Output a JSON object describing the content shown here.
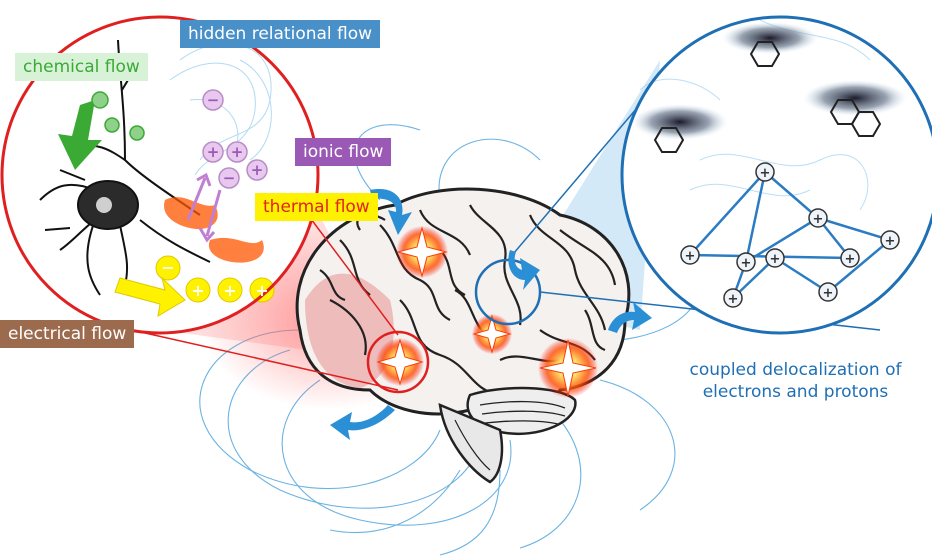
{
  "labels": {
    "chemical": "chemical flow",
    "hidden": "hidden relational flow",
    "ionic": "ionic flow",
    "thermal": "thermal flow",
    "electrical": "electrical flow",
    "coupled_line1": "coupled delocalization of",
    "coupled_line2": "electrons and protons"
  },
  "charges": {
    "plus": "+",
    "minus": "−"
  },
  "colors": {
    "chemical_tag_bg": "#d8f2d8",
    "chemical_text": "#3aaa35",
    "hidden_tag_bg": "#4a90c8",
    "ionic_tag_bg": "#9b59b6",
    "thermal_tag_bg": "#fff200",
    "thermal_text": "#e2231a",
    "electrical_tag_bg": "#9c6b4e",
    "red_circle": "#e02020",
    "blue_circle": "#1f6fb5",
    "field_blue": "#3a9ad9"
  }
}
